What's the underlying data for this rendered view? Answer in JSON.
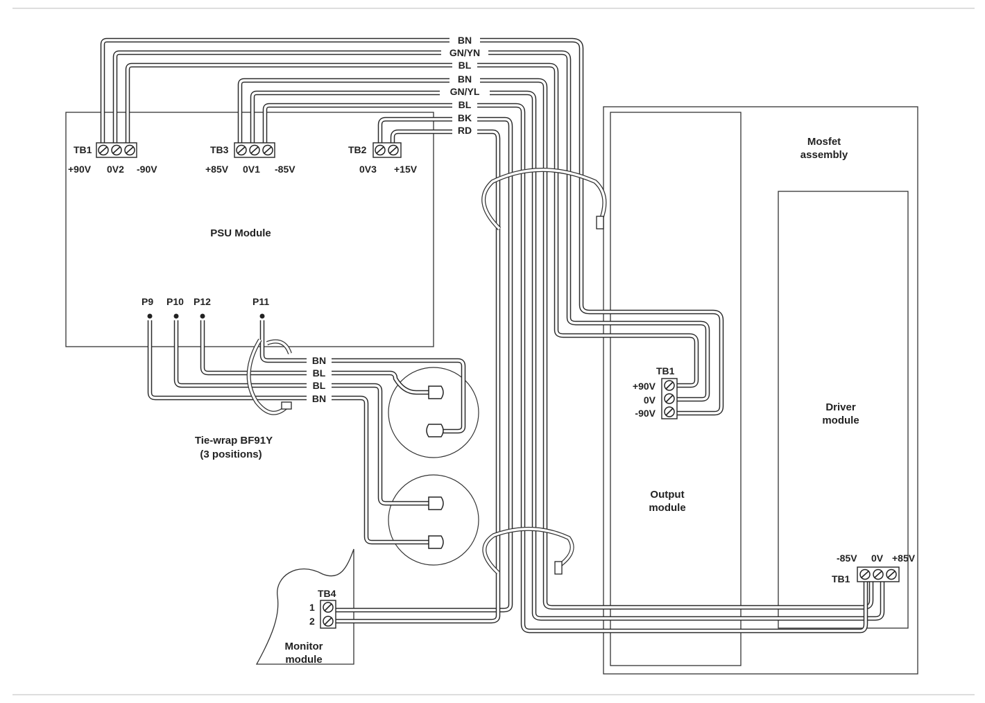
{
  "modules": {
    "psu": "PSU Module",
    "mosfet": "Mosfet\nassembly",
    "output": "Output\nmodule",
    "driver": "Driver\nmodule",
    "monitor": "Monitor\nmodule"
  },
  "terminals": {
    "psu_tb1": {
      "name": "TB1",
      "pins": [
        "+90V",
        "0V2",
        "-90V"
      ]
    },
    "psu_tb3": {
      "name": "TB3",
      "pins": [
        "+85V",
        "0V1",
        "-85V"
      ]
    },
    "psu_tb2": {
      "name": "TB2",
      "pins": [
        "0V3",
        "+15V"
      ]
    },
    "output_tb1": {
      "name": "TB1",
      "pins": [
        "+90V",
        "0V",
        "-90V"
      ]
    },
    "driver_tb1": {
      "name": "TB1",
      "pins": [
        "-85V",
        "0V",
        "+85V"
      ]
    },
    "monitor_tb4": {
      "name": "TB4",
      "pins": [
        "1",
        "2"
      ]
    }
  },
  "wire_labels_top": [
    "BN",
    "GN/YN",
    "BL",
    "BN",
    "GN/YL",
    "BL",
    "BK",
    "RD"
  ],
  "plugs": [
    "P9",
    "P10",
    "P12",
    "P11"
  ],
  "wire_labels_lower": [
    "BN",
    "BL",
    "BL",
    "BN"
  ],
  "tie_wrap": [
    "Tie-wrap BF91Y",
    "(3 positions)"
  ]
}
